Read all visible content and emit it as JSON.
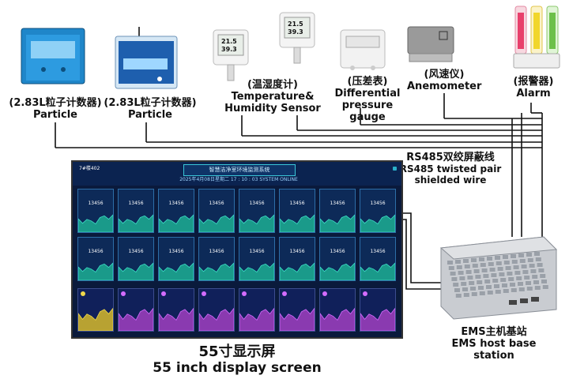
{
  "devices": {
    "particle1": {
      "cn": "(2.83L粒子计数器)",
      "en": "Particle"
    },
    "particle2": {
      "cn": "(2.83L粒子计数器)",
      "en": "Particle"
    },
    "temp_humidity": {
      "cn": "(温湿度计)",
      "en1": "Temperature&",
      "en2": "Humidity Sensor"
    },
    "pressure": {
      "cn": "(压差表)",
      "en1": "Differential",
      "en2": "pressure gauge"
    },
    "anemometer": {
      "cn": "(风速仪)",
      "en": "Anemometer"
    },
    "alarm": {
      "cn": "(报警器)",
      "en": "Alarm"
    }
  },
  "wire": {
    "cn": "RS485双绞屏蔽线",
    "en1": "RS485 twisted pair",
    "en2": "shielded wire"
  },
  "ems": {
    "cn": "EMS主机基站",
    "en1": "EMS host base",
    "en2": "station"
  },
  "screen": {
    "cn": "55寸显示屏",
    "en": "55 inch display screen",
    "ui_title": "智慧洁净室环境监测系统",
    "ui_date": "2025年4月08日星期二  17 : 10 : 03  SYSTEM ONLINE",
    "ui_brand": "7#楼402",
    "panel_value": "13456"
  },
  "sensor_readout": {
    "top": "21.5",
    "bottom": "39.3"
  },
  "colors": {
    "wire": "#111111",
    "screen_bg": "#0a1a3c",
    "accent": "#2ab0c8"
  }
}
